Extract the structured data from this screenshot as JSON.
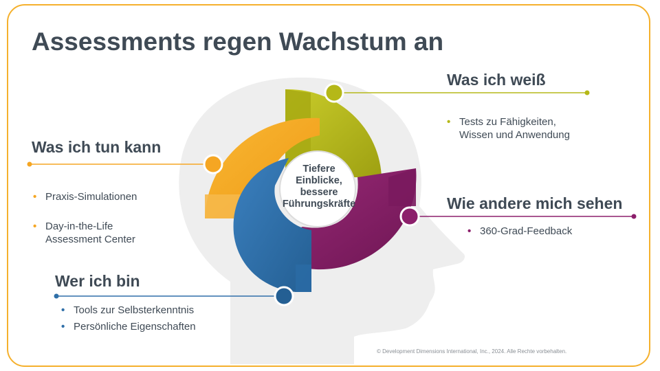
{
  "title": "Assessments regen Wachstum an",
  "center": {
    "line1": "Tiefere",
    "line2": "Einblicke,",
    "line3": "bessere",
    "line4": "Führungskräfte"
  },
  "segments": [
    {
      "id": "was-ich-weiss",
      "heading": "Was ich weiß",
      "color": "#b5b818",
      "bullets": [
        "Tests zu Fähigkeiten,\nWissen und Anwendung"
      ]
    },
    {
      "id": "was-ich-tun-kann",
      "heading": "Was ich tun kann",
      "color": "#f5a623",
      "bullets": [
        "Praxis-Simulationen",
        "Day-in-the-Life\nAssessment Center"
      ]
    },
    {
      "id": "wie-andere-mich-sehen",
      "heading": "Wie andere mich sehen",
      "color": "#8c1f6b",
      "bullets": [
        "360-Grad-Feedback"
      ]
    },
    {
      "id": "wer-ich-bin",
      "heading": "Wer ich bin",
      "color": "#2f6fa8",
      "bullets": [
        "Tools zur Selbsterkenntnis",
        "Persönliche Eigenschaften"
      ]
    }
  ],
  "copyright": "© Development Dimensions International, Inc., 2024. Alle Rechte vorbehalten."
}
